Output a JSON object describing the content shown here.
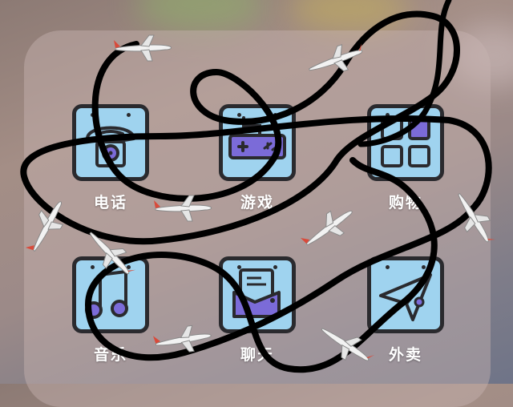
{
  "apps": [
    {
      "label": "电话",
      "icon": "phone-icon"
    },
    {
      "label": "游戏",
      "icon": "gamepad-icon"
    },
    {
      "label": "购物",
      "icon": "shopping-grid-icon"
    },
    {
      "label": "音乐",
      "icon": "music-note-icon"
    },
    {
      "label": "聊天",
      "icon": "chat-icon"
    },
    {
      "label": "外卖",
      "icon": "paper-plane-icon"
    }
  ],
  "colors": {
    "tile": "#9fd3ef",
    "outline": "#2a2a2e",
    "accent": "#7b6bd8",
    "label": "#ffffff",
    "scribble": "#000000",
    "plane_body": "#f2f2f2",
    "plane_tail": "#d94a3a"
  }
}
